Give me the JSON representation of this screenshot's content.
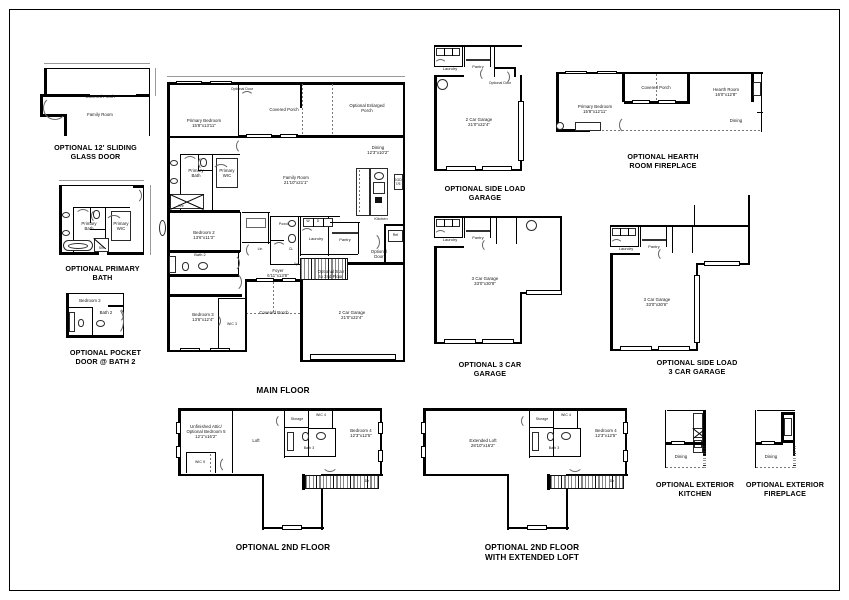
{
  "document": {
    "type": "architectural-floor-plan-sheet",
    "background": "#ffffff",
    "line_color": "#000000"
  },
  "captions": {
    "sliding_glass_door": "OPTIONAL 12' SLIDING\nGLASS DOOR",
    "primary_bath": "OPTIONAL PRIMARY\nBATH",
    "pocket_door": "OPTIONAL POCKET\nDOOR @ BATH 2",
    "main_floor": "MAIN FLOOR",
    "side_load_garage": "OPTIONAL SIDE LOAD\nGARAGE",
    "hearth_room_fireplace": "OPTIONAL HEARTH\nROOM FIREPLACE",
    "three_car_garage": "OPTIONAL 3 CAR\nGARAGE",
    "side_load_three_car": "OPTIONAL SIDE LOAD\n3 CAR GARAGE",
    "second_floor": "OPTIONAL 2ND FLOOR",
    "second_floor_ext_loft": "OPTIONAL 2ND FLOOR\nWITH EXTENDED LOFT",
    "exterior_kitchen": "OPTIONAL EXTERIOR\nKITCHEN",
    "exterior_fireplace": "OPTIONAL EXTERIOR\nFIREPLACE"
  },
  "sliding_glass_door_plan": {
    "rooms": [
      {
        "name": "Covered Porch"
      },
      {
        "name": "Family Room"
      }
    ]
  },
  "primary_bath_plan": {
    "rooms": [
      {
        "name": "Primary\nBath"
      },
      {
        "name": "Primary\nWIC"
      },
      {
        "name": "Shr"
      }
    ]
  },
  "pocket_door_plan": {
    "rooms": [
      {
        "name": "Bedroom 2"
      },
      {
        "name": "Bath 2"
      }
    ]
  },
  "main_floor_plan": {
    "rooms": [
      {
        "name": "Primary Bedroom",
        "dims": "15'8\"x13'11\""
      },
      {
        "name": "Covered Porch",
        "dims": ""
      },
      {
        "name": "Optional Enlarged\nPorch",
        "dims": ""
      },
      {
        "name": "Dining",
        "dims": "12'3\"x10'2\""
      },
      {
        "name": "Family Room",
        "dims": "21'10\"x21'1\""
      },
      {
        "name": "Kitchen",
        "dims": ""
      },
      {
        "name": "Primary\nBath",
        "dims": ""
      },
      {
        "name": "Primary\nWIC",
        "dims": ""
      },
      {
        "name": "Bedroom 2",
        "dims": "13'6\"x11'3\""
      },
      {
        "name": "WIC 2",
        "dims": ""
      },
      {
        "name": "Powder",
        "dims": ""
      },
      {
        "name": "Laundry",
        "dims": ""
      },
      {
        "name": "Pantry",
        "dims": ""
      },
      {
        "name": "Bath 2",
        "dims": ""
      },
      {
        "name": "Bedroom 3",
        "dims": "13'6\"x12'4\""
      },
      {
        "name": "WIC 3",
        "dims": ""
      },
      {
        "name": "Covered Porch",
        "dims": ""
      },
      {
        "name": "Foyer",
        "dims": "6'11\"x13'8\""
      },
      {
        "name": "2 Car Garage",
        "dims": "21'0\"x22'4\""
      }
    ],
    "annotations": [
      "Optional Door",
      "Optional Stair\nto 2nd Floor",
      "Optional\nDoor",
      "Shr",
      "Ref",
      "Lin",
      "CL",
      "Up"
    ]
  },
  "side_load_garage_plan": {
    "rooms": [
      {
        "name": "Laundry"
      },
      {
        "name": "Pantry"
      },
      {
        "name": "2 Car Garage",
        "dims": "21'0\"x22'4\""
      }
    ],
    "annotations": [
      "Optional Door"
    ]
  },
  "hearth_room_plan": {
    "rooms": [
      {
        "name": "Primary Bedroom",
        "dims": "15'8\"x12'11\""
      },
      {
        "name": "Covered Porch",
        "dims": ""
      },
      {
        "name": "Hearth Room",
        "dims": "16'0\"x12'8\""
      },
      {
        "name": "Dining",
        "dims": ""
      }
    ]
  },
  "three_car_garage_plan": {
    "rooms": [
      {
        "name": "Laundry"
      },
      {
        "name": "Pantry"
      },
      {
        "name": "3 Car Garage",
        "dims": "33'0\"x30'8\""
      }
    ]
  },
  "side_load_three_car_plan": {
    "rooms": [
      {
        "name": "Laundry"
      },
      {
        "name": "Pantry"
      },
      {
        "name": "3 Car Garage",
        "dims": "33'0\"x30'6\""
      }
    ]
  },
  "second_floor_plan": {
    "rooms": [
      {
        "name": "Unfinished Attic/\nOptional Bedroom 5",
        "dims": "12'1\"x16'2\""
      },
      {
        "name": "WIC 5",
        "dims": ""
      },
      {
        "name": "Loft",
        "dims": ""
      },
      {
        "name": "Storage",
        "dims": ""
      },
      {
        "name": "WIC 4",
        "dims": ""
      },
      {
        "name": "Bath 3",
        "dims": ""
      },
      {
        "name": "Bedroom 4",
        "dims": "12'3\"x12'5\""
      }
    ],
    "annotations": [
      "Dn"
    ]
  },
  "second_floor_ext_loft_plan": {
    "rooms": [
      {
        "name": "Extended Loft",
        "dims": "28'10\"x16'2\""
      },
      {
        "name": "Storage",
        "dims": ""
      },
      {
        "name": "WIC 4",
        "dims": ""
      },
      {
        "name": "Bath 3",
        "dims": ""
      },
      {
        "name": "Bedroom 4",
        "dims": "12'3\"x12'5\""
      }
    ],
    "annotations": [
      "Dn"
    ]
  },
  "exterior_kitchen_plan": {
    "rooms": [
      {
        "name": "Dining"
      }
    ]
  },
  "exterior_fireplace_plan": {
    "rooms": [
      {
        "name": "Dining"
      }
    ]
  }
}
